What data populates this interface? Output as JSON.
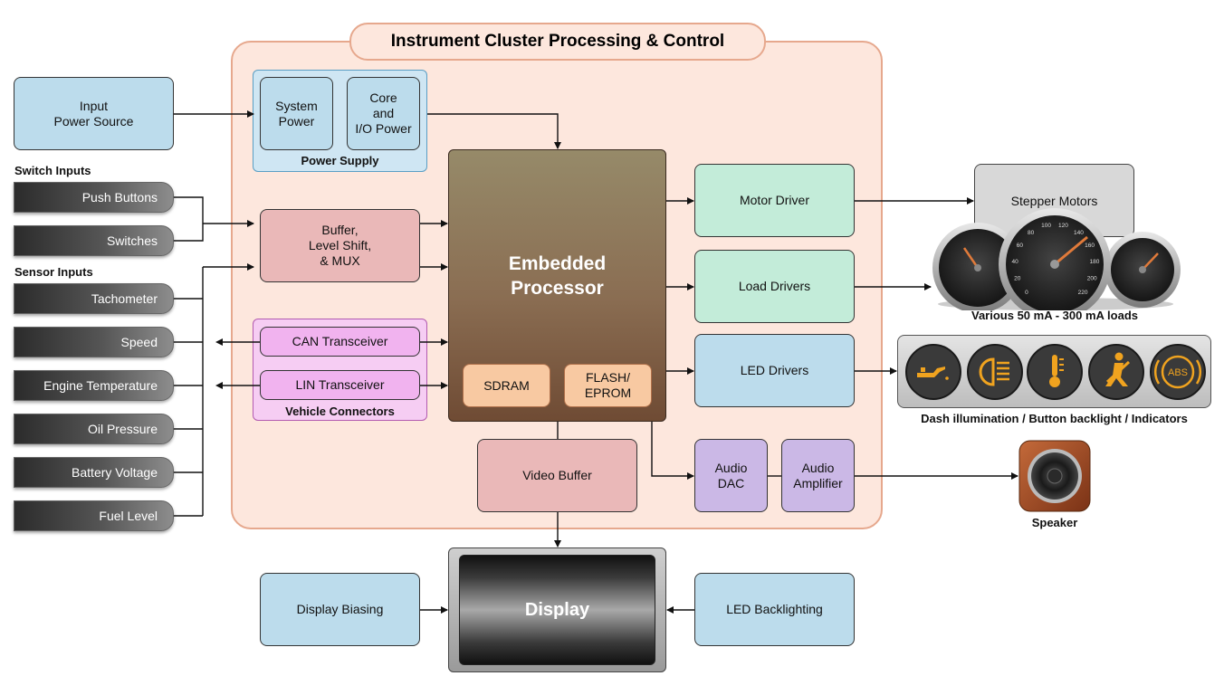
{
  "title": "Instrument Cluster Processing & Control",
  "power": {
    "input": "Input\nPower Source",
    "system": "System\nPower",
    "core": "Core\nand\nI/O Power",
    "group": "Power Supply"
  },
  "switch_inputs": {
    "heading": "Switch Inputs",
    "items": [
      "Push Buttons",
      "Switches"
    ]
  },
  "sensor_inputs": {
    "heading": "Sensor Inputs",
    "items": [
      "Tachometer",
      "Speed",
      "Engine Temperature",
      "Oil Pressure",
      "Battery Voltage",
      "Fuel Level"
    ]
  },
  "buffer": "Buffer,\nLevel Shift,\n& MUX",
  "vehicle": {
    "can": "CAN Transceiver",
    "lin": "LIN Transceiver",
    "group": "Vehicle Connectors"
  },
  "processor": {
    "label": "Embedded\nProcessor",
    "sdram": "SDRAM",
    "flash": "FLASH/\nEPROM"
  },
  "drivers": {
    "motor": "Motor Driver",
    "load": "Load Drivers",
    "led": "LED Drivers"
  },
  "audio": {
    "dac": "Audio\nDAC",
    "amp": "Audio\nAmplifier"
  },
  "video_buffer": "Video Buffer",
  "display": {
    "label": "Display",
    "biasing": "Display Biasing",
    "backlight": "LED Backlighting"
  },
  "outputs": {
    "stepper": "Stepper Motors",
    "gauges_caption": "Various 50 mA - 300 mA loads",
    "indicators_caption": "Dash illumination / Button backlight / Indicators",
    "speaker_caption": "Speaker",
    "gauge_numbers": [
      "0",
      "20",
      "40",
      "60",
      "80",
      "100",
      "120",
      "140",
      "160",
      "180",
      "200",
      "220"
    ],
    "abs_label": "ABS"
  },
  "colors": {
    "frame_fill": "#fde7dd",
    "frame_border": "#e6a88d",
    "processor_top": "#968a69",
    "processor_bottom": "#6f4b34",
    "indicator_amber": "#f0a31f"
  }
}
